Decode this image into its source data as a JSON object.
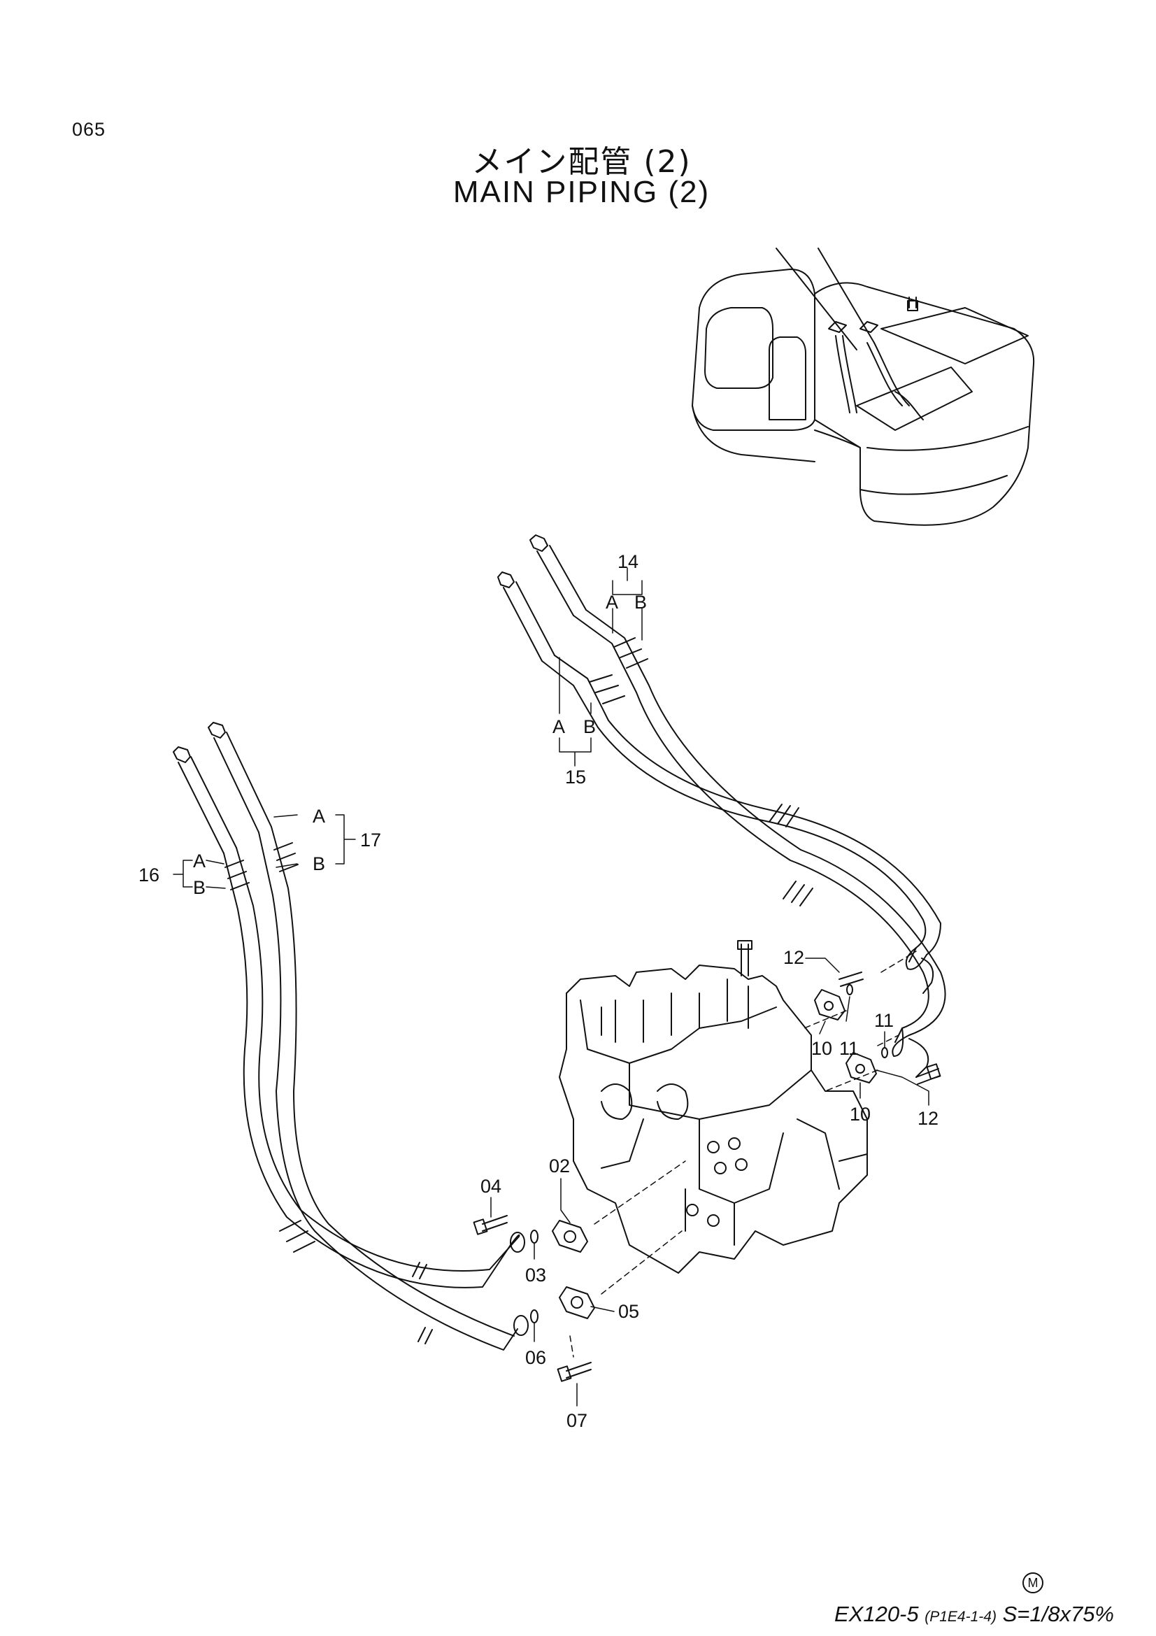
{
  "page_number": "065",
  "title_jp": "メイン配管 (2)",
  "title_en": "MAIN PIPING (2)",
  "callouts": {
    "c14": "14",
    "c15": "15",
    "c16": "16",
    "c17": "17",
    "c02": "02",
    "c03": "03",
    "c04": "04",
    "c05": "05",
    "c06": "06",
    "c07": "07",
    "c10a": "10",
    "c10b": "10",
    "c11a": "11",
    "c11b": "11",
    "c12a": "12",
    "c12b": "12",
    "a14": "A",
    "b14": "B",
    "a15": "A",
    "b15": "B",
    "a16": "A",
    "b16": "B",
    "a17": "A",
    "b17": "B"
  },
  "mark": "M",
  "footer": {
    "model": "EX120-5",
    "ref": "(P1E4-1-4)",
    "scale": "S=1/8x75%"
  }
}
